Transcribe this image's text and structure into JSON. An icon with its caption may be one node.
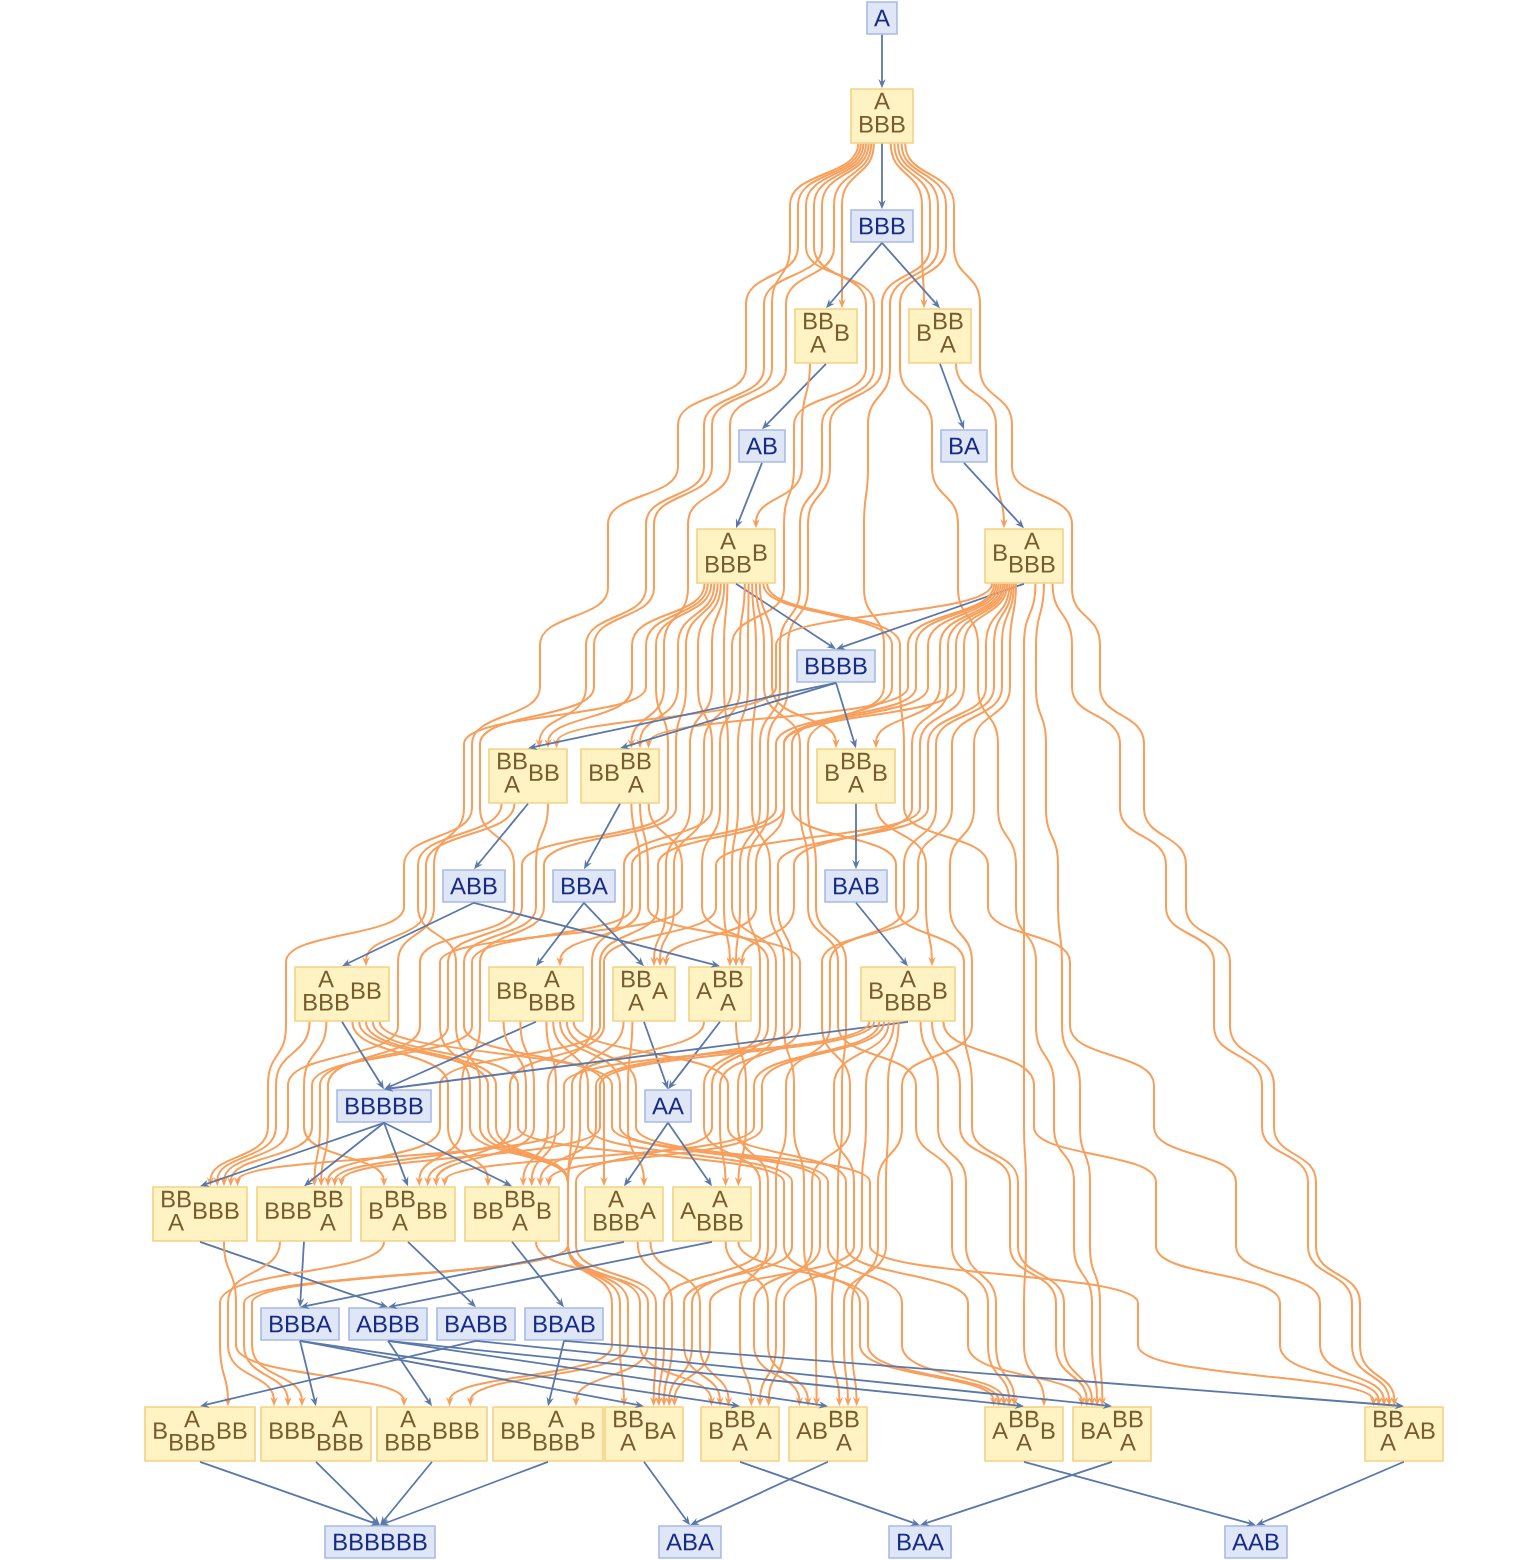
{
  "diagram": {
    "nodes": [
      {
        "text": [
          "A"
        ]
      },
      {
        "text": [
          "A",
          "BBB"
        ]
      },
      {
        "text": [
          "BBB"
        ]
      },
      {
        "text": [
          "BB",
          "A",
          "B"
        ]
      },
      {
        "text": [
          "B",
          "BB",
          "A"
        ]
      },
      {
        "text": [
          "AB"
        ]
      },
      {
        "text": [
          "BA"
        ]
      },
      {
        "text": [
          "A",
          "BBB",
          "B"
        ]
      },
      {
        "text": [
          "B",
          "A",
          "BBB"
        ]
      },
      {
        "text": [
          "BBBB"
        ]
      },
      {
        "text": [
          "BB",
          "A",
          "BB"
        ]
      },
      {
        "text": [
          "BB",
          "BB",
          "A"
        ]
      },
      {
        "text": [
          "B",
          "BB",
          "A",
          "B"
        ]
      },
      {
        "text": [
          "ABB"
        ]
      },
      {
        "text": [
          "BBA"
        ]
      },
      {
        "text": [
          "BAB"
        ]
      },
      {
        "text": [
          "A",
          "BBB",
          "BB"
        ]
      },
      {
        "text": [
          "BB",
          "A",
          "BBB"
        ]
      },
      {
        "text": [
          "BB",
          "A",
          "A"
        ]
      },
      {
        "text": [
          "A",
          "BB",
          "A"
        ]
      },
      {
        "text": [
          "B",
          "A",
          "BBB",
          "B"
        ]
      },
      {
        "text": [
          "BBBBB"
        ]
      },
      {
        "text": [
          "AA"
        ]
      },
      {
        "text": [
          "BB",
          "A",
          "BBB"
        ]
      },
      {
        "text": [
          "BBB",
          "BB",
          "A"
        ]
      },
      {
        "text": [
          "B",
          "BB",
          "A",
          "BB"
        ]
      },
      {
        "text": [
          "BB",
          "BB",
          "A",
          "B"
        ]
      },
      {
        "text": [
          "A",
          "BBB",
          "A"
        ]
      },
      {
        "text": [
          "A",
          "A",
          "BBB"
        ]
      },
      {
        "text": [
          "BBBA"
        ]
      },
      {
        "text": [
          "ABBB"
        ]
      },
      {
        "text": [
          "BABB"
        ]
      },
      {
        "text": [
          "BBAB"
        ]
      },
      {
        "text": [
          "B",
          "A",
          "BBB",
          "BB"
        ]
      },
      {
        "text": [
          "BBB",
          "A",
          "BBB"
        ]
      },
      {
        "text": [
          "A",
          "BBB",
          "BBB"
        ]
      },
      {
        "text": [
          "BB",
          "A",
          "BBB",
          "B"
        ]
      },
      {
        "text": [
          "BB",
          "A",
          "BA"
        ]
      },
      {
        "text": [
          "B",
          "BB",
          "A",
          "A"
        ]
      },
      {
        "text": [
          "AB",
          "BB",
          "A"
        ]
      },
      {
        "text": [
          "A",
          "BB",
          "A",
          "B"
        ]
      },
      {
        "text": [
          "BA",
          "BB",
          "A"
        ]
      },
      {
        "text": [
          "BB",
          "A",
          "AB"
        ]
      },
      {
        "text": [
          "BBBBBB"
        ]
      },
      {
        "text": [
          "ABA"
        ]
      },
      {
        "text": [
          "BAA"
        ]
      },
      {
        "text": [
          "AAB"
        ]
      }
    ],
    "edges": [
      {
        "from": 0,
        "to": 1,
        "arrow": "to",
        "color": "#5a78a8"
      },
      {
        "from": 1,
        "to": 2,
        "arrow": "to",
        "color": "#5a78a8"
      },
      {
        "from": 1,
        "to": 3,
        "arrow": "to"
      },
      {
        "from": 1,
        "to": 4,
        "arrow": "to"
      },
      {
        "from": 1,
        "to": 10,
        "arrow": "to"
      },
      {
        "from": 1,
        "to": 11,
        "arrow": "to"
      },
      {
        "from": 1,
        "to": 18,
        "arrow": "to"
      },
      {
        "from": 1,
        "to": 19,
        "arrow": "to"
      },
      {
        "from": 1,
        "to": 23,
        "arrow": "to"
      },
      {
        "from": 1,
        "to": 24,
        "arrow": "to"
      },
      {
        "from": 1,
        "to": 37,
        "arrow": "to"
      },
      {
        "from": 1,
        "to": 39,
        "arrow": "to"
      },
      {
        "from": 1,
        "to": 41,
        "arrow": "to"
      },
      {
        "from": 1,
        "to": 42,
        "arrow": "to"
      },
      {
        "from": 2,
        "to": 3,
        "arrow": "to",
        "color": "#5a78a8"
      },
      {
        "from": 2,
        "to": 4,
        "arrow": "to",
        "color": "#5a78a8"
      },
      {
        "from": 3,
        "to": 5,
        "arrow": "to",
        "color": "#5a78a8"
      },
      {
        "from": 3,
        "to": 7,
        "arrow": "to"
      },
      {
        "from": 4,
        "to": 6,
        "arrow": "to",
        "color": "#5a78a8"
      },
      {
        "from": 4,
        "to": 8,
        "arrow": "to"
      },
      {
        "from": 5,
        "to": 7,
        "arrow": "to",
        "color": "#5a78a8"
      },
      {
        "from": 6,
        "to": 8,
        "arrow": "to",
        "color": "#5a78a8"
      },
      {
        "from": 7,
        "to": 9,
        "arrow": "to",
        "color": "#5a78a8"
      },
      {
        "from": 7,
        "to": 10,
        "arrow": "to"
      },
      {
        "from": 7,
        "to": 11,
        "arrow": "to"
      },
      {
        "from": 7,
        "to": 12,
        "arrow": "to"
      },
      {
        "from": 7,
        "to": 18,
        "arrow": "to"
      },
      {
        "from": 7,
        "to": 19,
        "arrow": "to"
      },
      {
        "from": 7,
        "to": 23,
        "arrow": "to"
      },
      {
        "from": 7,
        "to": 24,
        "arrow": "to"
      },
      {
        "from": 7,
        "to": 25,
        "arrow": "to"
      },
      {
        "from": 7,
        "to": 26,
        "arrow": "to"
      },
      {
        "from": 7,
        "to": 37,
        "arrow": "to"
      },
      {
        "from": 7,
        "to": 38,
        "arrow": "to"
      },
      {
        "from": 7,
        "to": 39,
        "arrow": "to"
      },
      {
        "from": 7,
        "to": 40,
        "arrow": "to"
      },
      {
        "from": 7,
        "to": 41,
        "arrow": "to"
      },
      {
        "from": 7,
        "to": 42,
        "arrow": "to"
      },
      {
        "from": 8,
        "to": 9,
        "arrow": "to",
        "color": "#5a78a8"
      },
      {
        "from": 8,
        "to": 10,
        "arrow": "to"
      },
      {
        "from": 8,
        "to": 11,
        "arrow": "to"
      },
      {
        "from": 8,
        "to": 12,
        "arrow": "to"
      },
      {
        "from": 8,
        "to": 18,
        "arrow": "to"
      },
      {
        "from": 8,
        "to": 19,
        "arrow": "to"
      },
      {
        "from": 8,
        "to": 23,
        "arrow": "to"
      },
      {
        "from": 8,
        "to": 24,
        "arrow": "to"
      },
      {
        "from": 8,
        "to": 25,
        "arrow": "to"
      },
      {
        "from": 8,
        "to": 26,
        "arrow": "to"
      },
      {
        "from": 8,
        "to": 37,
        "arrow": "to"
      },
      {
        "from": 8,
        "to": 38,
        "arrow": "to"
      },
      {
        "from": 8,
        "to": 39,
        "arrow": "to"
      },
      {
        "from": 8,
        "to": 40,
        "arrow": "to"
      },
      {
        "from": 8,
        "to": 41,
        "arrow": "to"
      },
      {
        "from": 8,
        "to": 42,
        "arrow": "to"
      },
      {
        "from": 9,
        "to": 10,
        "arrow": "to",
        "color": "#5a78a8"
      },
      {
        "from": 9,
        "to": 11,
        "arrow": "to",
        "color": "#5a78a8"
      },
      {
        "from": 9,
        "to": 12,
        "arrow": "to",
        "color": "#5a78a8"
      },
      {
        "from": 10,
        "to": 13,
        "arrow": "to",
        "color": "#5a78a8"
      },
      {
        "from": 10,
        "to": 16,
        "arrow": "to"
      },
      {
        "from": 10,
        "to": 27,
        "arrow": "to"
      },
      {
        "from": 10,
        "to": 35,
        "arrow": "to"
      },
      {
        "from": 11,
        "to": 14,
        "arrow": "to",
        "color": "#5a78a8"
      },
      {
        "from": 11,
        "to": 17,
        "arrow": "to"
      },
      {
        "from": 11,
        "to": 28,
        "arrow": "to"
      },
      {
        "from": 11,
        "to": 34,
        "arrow": "to"
      },
      {
        "from": 12,
        "to": 15,
        "arrow": "to",
        "color": "#5a78a8"
      },
      {
        "from": 12,
        "to": 20,
        "arrow": "to"
      },
      {
        "from": 13,
        "to": 16,
        "arrow": "to",
        "color": "#5a78a8"
      },
      {
        "from": 13,
        "to": 19,
        "arrow": "to",
        "color": "#5a78a8"
      },
      {
        "from": 14,
        "to": 17,
        "arrow": "to",
        "color": "#5a78a8"
      },
      {
        "from": 14,
        "to": 18,
        "arrow": "to",
        "color": "#5a78a8"
      },
      {
        "from": 15,
        "to": 20,
        "arrow": "to",
        "color": "#5a78a8"
      },
      {
        "from": 16,
        "to": 21,
        "arrow": "to",
        "color": "#5a78a8"
      },
      {
        "from": 16,
        "to": 23,
        "arrow": "to"
      },
      {
        "from": 16,
        "to": 25,
        "arrow": "to"
      },
      {
        "from": 16,
        "to": 26,
        "arrow": "to"
      },
      {
        "from": 16,
        "to": 37,
        "arrow": "to"
      },
      {
        "from": 16,
        "to": 38,
        "arrow": "to"
      },
      {
        "from": 16,
        "to": 40,
        "arrow": "to"
      },
      {
        "from": 16,
        "to": 42,
        "arrow": "to"
      },
      {
        "from": 17,
        "to": 21,
        "arrow": "to",
        "color": "#5a78a8"
      },
      {
        "from": 17,
        "to": 24,
        "arrow": "to"
      },
      {
        "from": 17,
        "to": 25,
        "arrow": "to"
      },
      {
        "from": 17,
        "to": 26,
        "arrow": "to"
      },
      {
        "from": 17,
        "to": 38,
        "arrow": "to"
      },
      {
        "from": 17,
        "to": 39,
        "arrow": "to"
      },
      {
        "from": 17,
        "to": 40,
        "arrow": "to"
      },
      {
        "from": 17,
        "to": 41,
        "arrow": "to"
      },
      {
        "from": 18,
        "to": 22,
        "arrow": "to",
        "color": "#5a78a8"
      },
      {
        "from": 18,
        "to": 27,
        "arrow": "to"
      },
      {
        "from": 18,
        "to": 35,
        "arrow": "to"
      },
      {
        "from": 19,
        "to": 22,
        "arrow": "to",
        "color": "#5a78a8"
      },
      {
        "from": 19,
        "to": 28,
        "arrow": "to"
      },
      {
        "from": 19,
        "to": 34,
        "arrow": "to"
      },
      {
        "from": 20,
        "to": 21,
        "arrow": "to",
        "color": "#5a78a8"
      },
      {
        "from": 20,
        "to": 23,
        "arrow": "to"
      },
      {
        "from": 20,
        "to": 24,
        "arrow": "to"
      },
      {
        "from": 20,
        "to": 25,
        "arrow": "to"
      },
      {
        "from": 20,
        "to": 26,
        "arrow": "to"
      },
      {
        "from": 20,
        "to": 37,
        "arrow": "to"
      },
      {
        "from": 20,
        "to": 38,
        "arrow": "to"
      },
      {
        "from": 20,
        "to": 39,
        "arrow": "to"
      },
      {
        "from": 20,
        "to": 40,
        "arrow": "to"
      },
      {
        "from": 20,
        "to": 41,
        "arrow": "to"
      },
      {
        "from": 20,
        "to": 42,
        "arrow": "to"
      },
      {
        "from": 21,
        "to": 23,
        "arrow": "to",
        "color": "#5a78a8"
      },
      {
        "from": 21,
        "to": 24,
        "arrow": "to",
        "color": "#5a78a8"
      },
      {
        "from": 21,
        "to": 25,
        "arrow": "to",
        "color": "#5a78a8"
      },
      {
        "from": 21,
        "to": 26,
        "arrow": "to",
        "color": "#5a78a8"
      },
      {
        "from": 22,
        "to": 27,
        "arrow": "to",
        "color": "#5a78a8"
      },
      {
        "from": 22,
        "to": 28,
        "arrow": "to",
        "color": "#5a78a8"
      },
      {
        "from": 23,
        "to": 30,
        "arrow": "to",
        "color": "#5a78a8"
      },
      {
        "from": 23,
        "to": 35,
        "arrow": "to"
      },
      {
        "from": 24,
        "to": 29,
        "arrow": "to",
        "color": "#5a78a8"
      },
      {
        "from": 24,
        "to": 34,
        "arrow": "to"
      },
      {
        "from": 25,
        "to": 31,
        "arrow": "to",
        "color": "#5a78a8"
      },
      {
        "from": 25,
        "to": 33,
        "arrow": "to"
      },
      {
        "from": 26,
        "to": 32,
        "arrow": "to",
        "color": "#5a78a8"
      },
      {
        "from": 26,
        "to": 36,
        "arrow": "to"
      },
      {
        "from": 27,
        "to": 29,
        "arrow": "to",
        "color": "#5a78a8"
      },
      {
        "from": 27,
        "to": 37,
        "arrow": "to"
      },
      {
        "from": 27,
        "to": 38,
        "arrow": "to"
      },
      {
        "from": 28,
        "to": 30,
        "arrow": "to",
        "color": "#5a78a8"
      },
      {
        "from": 28,
        "to": 39,
        "arrow": "to"
      },
      {
        "from": 28,
        "to": 40,
        "arrow": "to"
      },
      {
        "from": 29,
        "to": 34,
        "arrow": "to",
        "color": "#5a78a8"
      },
      {
        "from": 29,
        "to": 37,
        "arrow": "to",
        "color": "#5a78a8"
      },
      {
        "from": 29,
        "to": 38,
        "arrow": "to",
        "color": "#5a78a8"
      },
      {
        "from": 30,
        "to": 35,
        "arrow": "to",
        "color": "#5a78a8"
      },
      {
        "from": 30,
        "to": 39,
        "arrow": "to",
        "color": "#5a78a8"
      },
      {
        "from": 30,
        "to": 40,
        "arrow": "to",
        "color": "#5a78a8"
      },
      {
        "from": 31,
        "to": 33,
        "arrow": "to",
        "color": "#5a78a8"
      },
      {
        "from": 31,
        "to": 41,
        "arrow": "to",
        "color": "#5a78a8"
      },
      {
        "from": 32,
        "to": 36,
        "arrow": "to",
        "color": "#5a78a8"
      },
      {
        "from": 32,
        "to": 42,
        "arrow": "to",
        "color": "#5a78a8"
      },
      {
        "from": 33,
        "to": 43,
        "arrow": "to",
        "color": "#5a78a8"
      },
      {
        "from": 34,
        "to": 43,
        "arrow": "to",
        "color": "#5a78a8"
      },
      {
        "from": 35,
        "to": 43,
        "arrow": "to",
        "color": "#5a78a8"
      },
      {
        "from": 36,
        "to": 43,
        "arrow": "to",
        "color": "#5a78a8"
      },
      {
        "from": 37,
        "to": 44,
        "arrow": "to",
        "color": "#5a78a8"
      },
      {
        "from": 38,
        "to": 45,
        "arrow": "to",
        "color": "#5a78a8"
      },
      {
        "from": 39,
        "to": 44,
        "arrow": "to",
        "color": "#5a78a8"
      },
      {
        "from": 40,
        "to": 46,
        "arrow": "to",
        "color": "#5a78a8"
      },
      {
        "from": 41,
        "to": 45,
        "arrow": "to",
        "color": "#5a78a8"
      },
      {
        "from": 42,
        "to": 46,
        "arrow": "to",
        "color": "#5a78a8"
      }
    ]
  }
}
